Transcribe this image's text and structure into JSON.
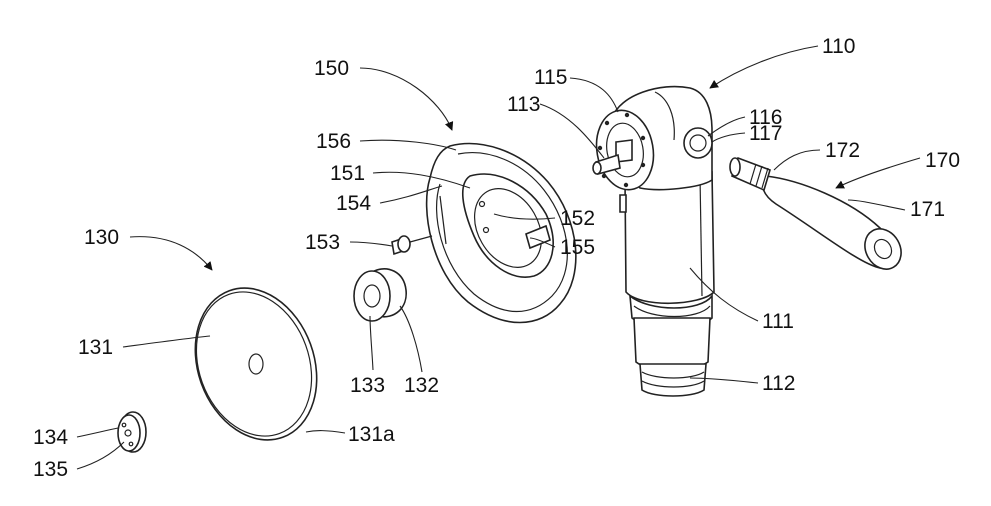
{
  "labels": {
    "l110": "110",
    "l111": "111",
    "l112": "112",
    "l113": "113",
    "l115": "115",
    "l116": "116",
    "l117": "117",
    "l130": "130",
    "l131": "131",
    "l131a": "131a",
    "l132": "132",
    "l133": "133",
    "l134": "134",
    "l135": "135",
    "l150": "150",
    "l151": "151",
    "l152": "152",
    "l153": "153",
    "l154": "154",
    "l155": "155",
    "l156": "156",
    "l170": "170",
    "l171": "171",
    "l172": "172"
  }
}
